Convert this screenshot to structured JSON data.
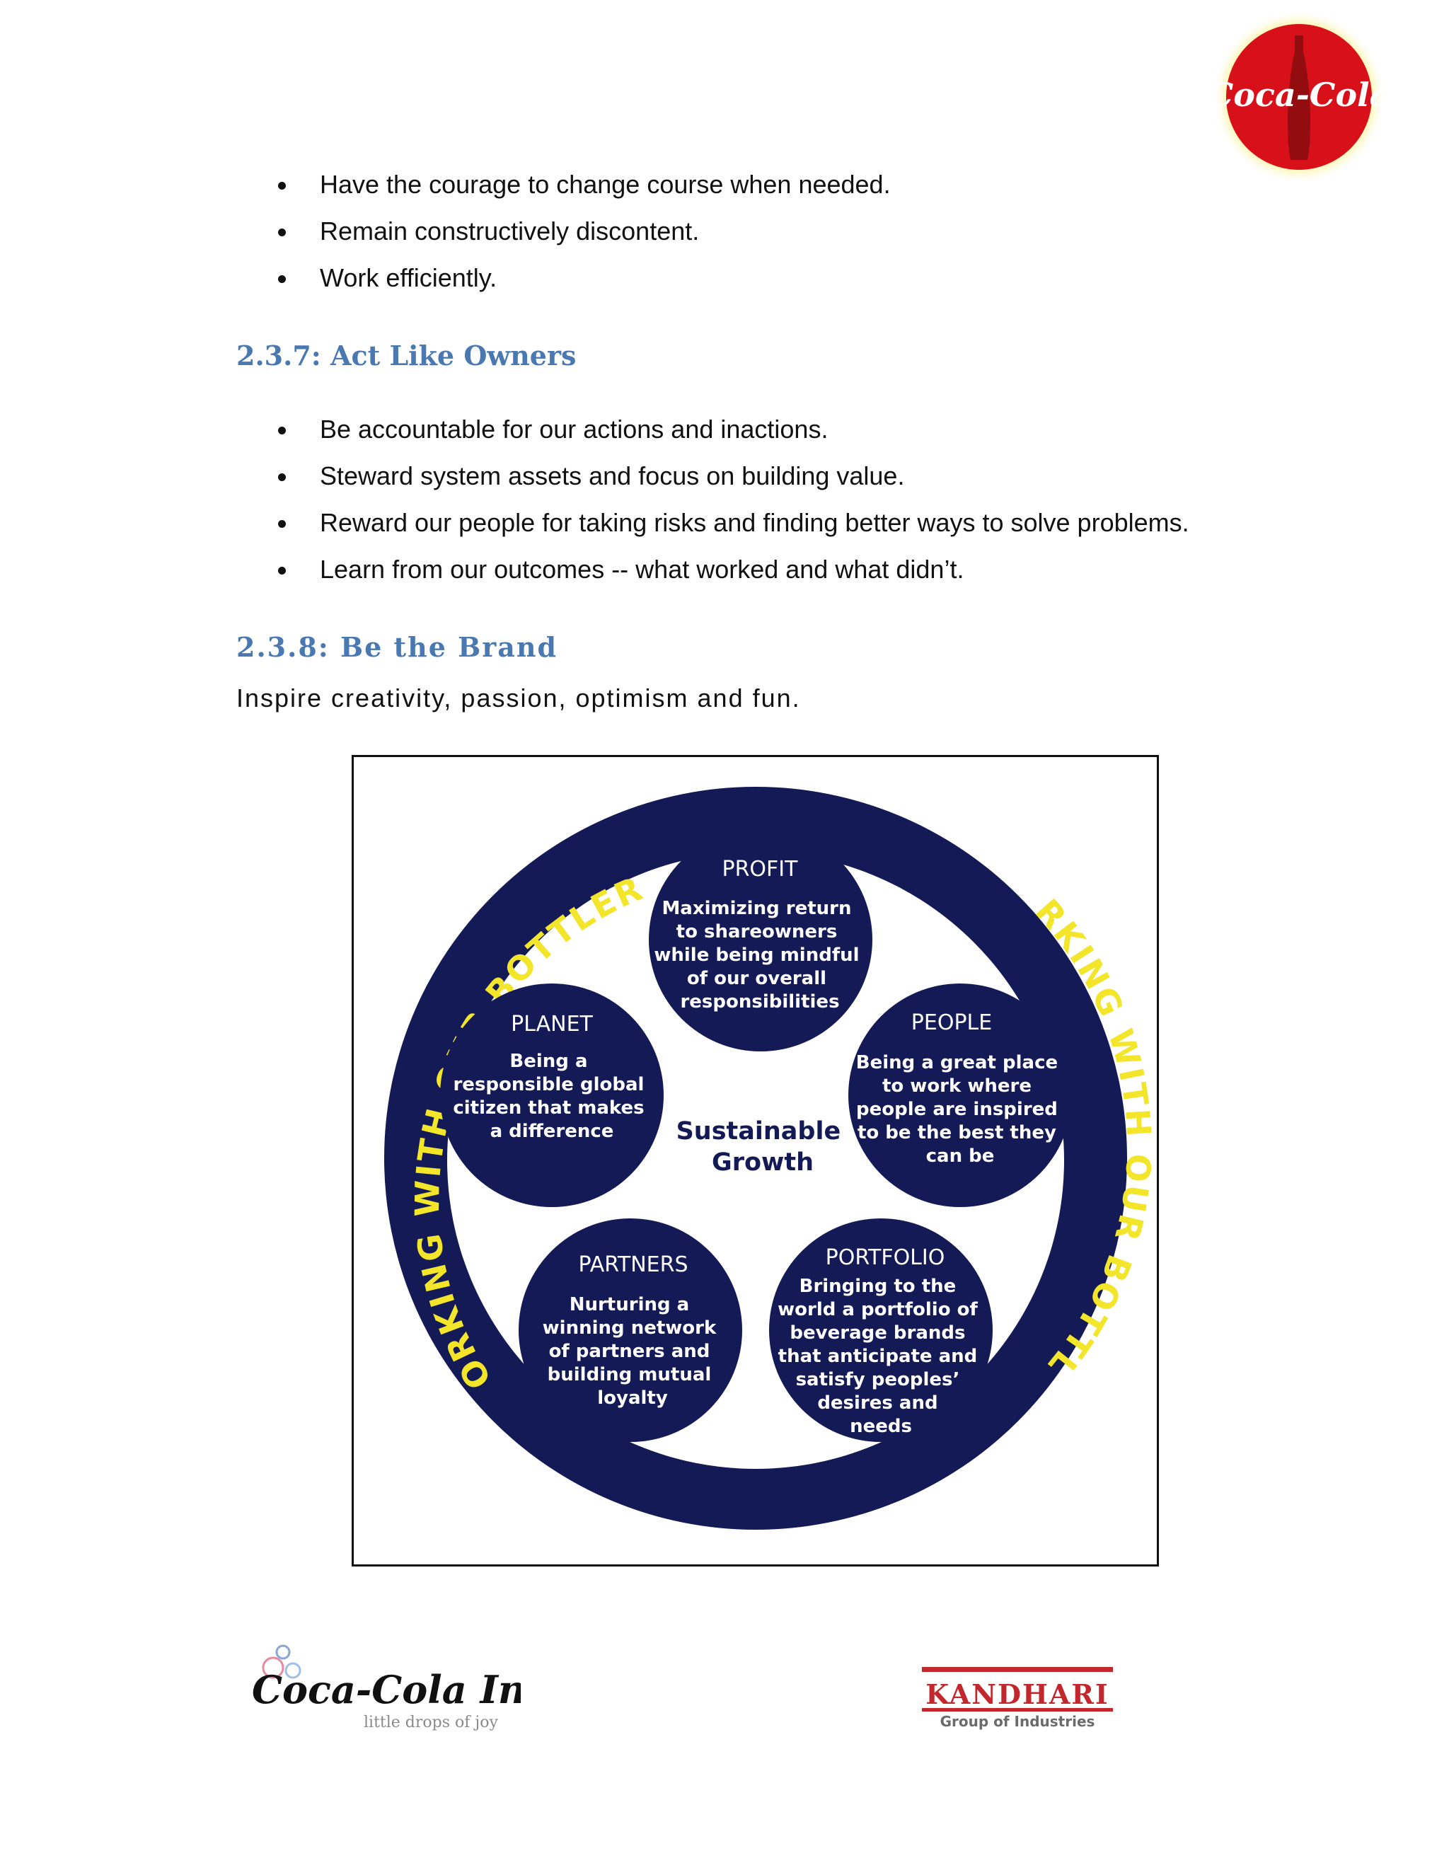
{
  "header": {
    "logo_text": "Coca-Cola",
    "logo_red": "#d8101a",
    "logo_glow": "#f6e410"
  },
  "bullets_1": [
    "Have the courage to change course when needed.",
    "Remain constructively discontent.",
    "Work efficiently."
  ],
  "section_1": {
    "heading": "2.3.7: Act Like Owners",
    "bullets": [
      "Be accountable for our actions and inactions.",
      "Steward system assets and focus on building value.",
      "Reward our people for taking risks and finding better ways to solve problems.",
      "Learn from our outcomes -- what worked and what didn’t."
    ]
  },
  "section_2": {
    "heading": "2.3.8: Be the Brand",
    "intro": "Inspire creativity, passion, optimism and fun."
  },
  "diagram": {
    "ring_color": "#141a55",
    "ring_text_color": "#f2e52a",
    "ring_text_left": "WORKING WITH OUR BOTTLERS",
    "ring_text_right": "WORKING WITH OUR BOTTLERS",
    "center": [
      "Sustainable",
      "Growth"
    ],
    "circles": {
      "profit": {
        "title": "PROFIT",
        "lines": [
          "Maximizing return",
          "to shareowners",
          "while being mindful",
          "of our overall",
          "responsibilities"
        ]
      },
      "planet": {
        "title": "PLANET",
        "lines": [
          "Being a",
          "responsible global",
          "citizen that makes",
          "a difference"
        ]
      },
      "people": {
        "title": "PEOPLE",
        "lines": [
          "Being a great place",
          "to work where",
          "people are inspired",
          "to be the best they",
          "can be"
        ]
      },
      "partners": {
        "title": "PARTNERS",
        "lines": [
          "Nurturing a",
          "winning network",
          "of partners and",
          "building mutual",
          "loyalty"
        ]
      },
      "portfolio": {
        "title": "PORTFOLIO",
        "lines": [
          "Bringing to the",
          "world a portfolio of",
          "beverage brands",
          "that anticipate and",
          "satisfy peoples’",
          "desires and",
          "needs"
        ]
      }
    }
  },
  "footer": {
    "left_logo_text": "Coca-Cola India",
    "left_tagline": "little drops of joy",
    "right_logo_text": "KANDHARI",
    "right_tagline": "Group of Industries",
    "kandhari_red": "#c1272d"
  }
}
